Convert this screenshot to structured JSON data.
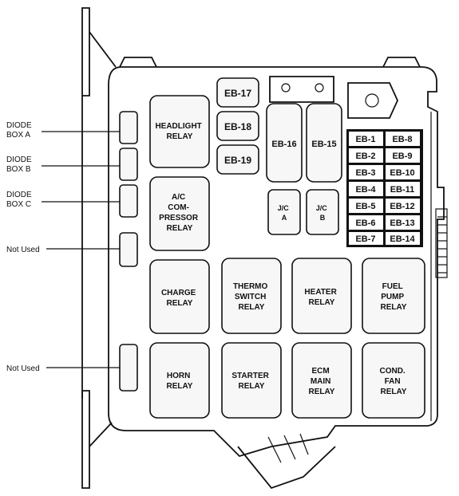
{
  "side_labels": {
    "diode_a": [
      "DIODE",
      "BOX A"
    ],
    "diode_b": [
      "DIODE",
      "BOX B"
    ],
    "diode_c": [
      "DIODE",
      "BOX C"
    ],
    "not_used_1": [
      "Not Used"
    ],
    "not_used_2": [
      "Not Used"
    ]
  },
  "relays": {
    "headlight": [
      "HEADLIGHT",
      "RELAY"
    ],
    "ac": [
      "A/C",
      "COM-",
      "PRESSOR",
      "RELAY"
    ],
    "charge": [
      "CHARGE",
      "RELAY"
    ],
    "thermo": [
      "THERMO",
      "SWITCH",
      "RELAY"
    ],
    "heater": [
      "HEATER",
      "RELAY"
    ],
    "fuel": [
      "FUEL",
      "PUMP",
      "RELAY"
    ],
    "horn": [
      "HORN",
      "RELAY"
    ],
    "starter": [
      "STARTER",
      "RELAY"
    ],
    "ecm": [
      "ECM",
      "MAIN",
      "RELAY"
    ],
    "cond": [
      "COND.",
      "FAN",
      "RELAY"
    ]
  },
  "jc": {
    "a": [
      "J/C",
      "A"
    ],
    "b": [
      "J/C",
      "B"
    ]
  },
  "fuses": {
    "eb17": "EB-17",
    "eb18": "EB-18",
    "eb19": "EB-19",
    "eb16": "EB-16",
    "eb15": "EB-15"
  },
  "fuse_grid": [
    [
      "EB-1",
      "EB-8"
    ],
    [
      "EB-2",
      "EB-9"
    ],
    [
      "EB-3",
      "EB-10"
    ],
    [
      "EB-4",
      "EB-11"
    ],
    [
      "EB-5",
      "EB-12"
    ],
    [
      "EB-6",
      "EB-13"
    ],
    [
      "EB-7",
      "EB-14"
    ]
  ]
}
